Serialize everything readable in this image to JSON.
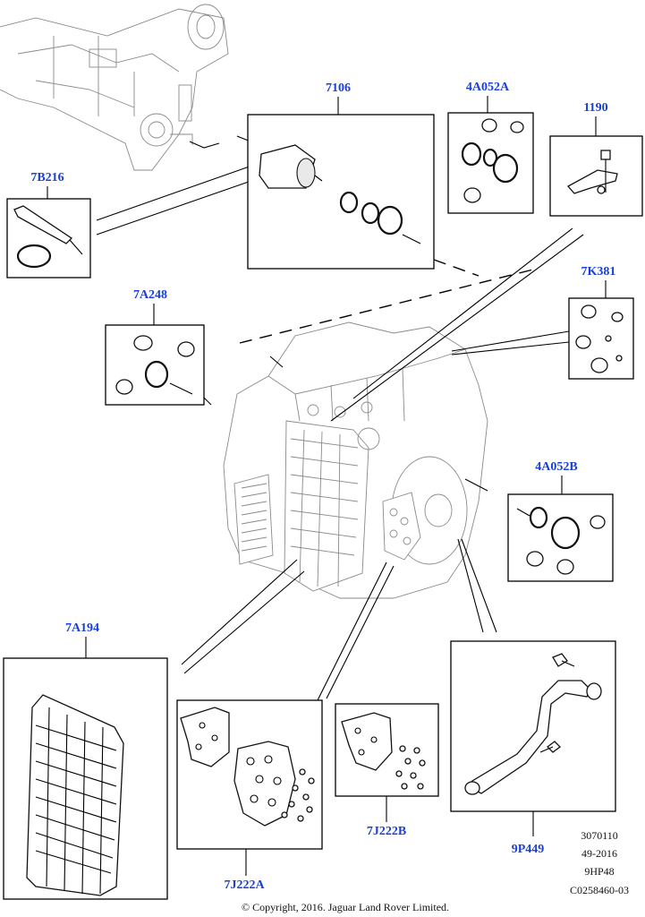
{
  "callouts": {
    "c7106": "7106",
    "c4a052a": "4A052A",
    "c1190": "1190",
    "c7b216": "7B216",
    "c7k381": "7K381",
    "c7a248": "7A248",
    "c4a052b": "4A052B",
    "c7a194": "7A194",
    "c7j222a": "7J222A",
    "c7j222b": "7J222B",
    "c9p449": "9P449"
  },
  "meta": {
    "line1": "3070110",
    "line2": "49-2016",
    "line3": "9HP48",
    "line4": "C0258460-03"
  },
  "copyright": "© Copyright, 2016. Jaguar Land Rover Limited.",
  "colors": {
    "callout": "#1a3fd6",
    "line": "#000000",
    "ghost": "#8a8a8a"
  }
}
